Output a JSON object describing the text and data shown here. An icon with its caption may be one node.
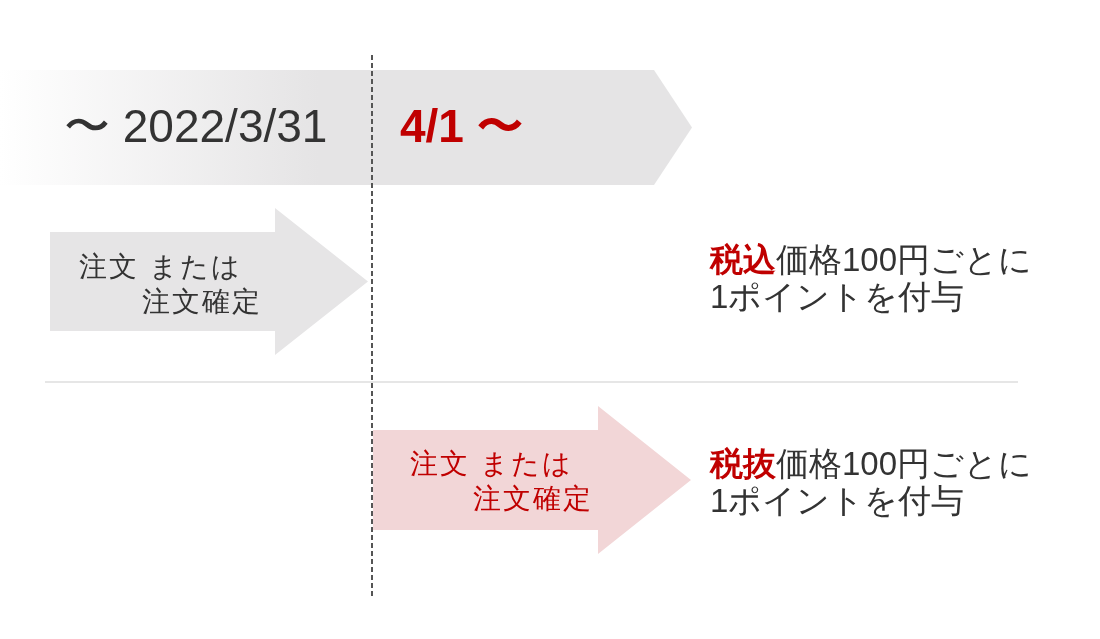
{
  "diagram": {
    "nodes": [
      {
        "text": [
          "〜 2022/3/31",
          "4/1 〜"
        ]
      },
      {
        "text": [
          "注文 または注文確定"
        ]
      },
      {
        "text": [
          "注文 または注文確定"
        ]
      }
    ],
    "labels": [
      "**税込**価格100円ごとに1ポイントを付与",
      "**税抜**価格100円ごとに1ポイントを付与"
    ]
  }
}
